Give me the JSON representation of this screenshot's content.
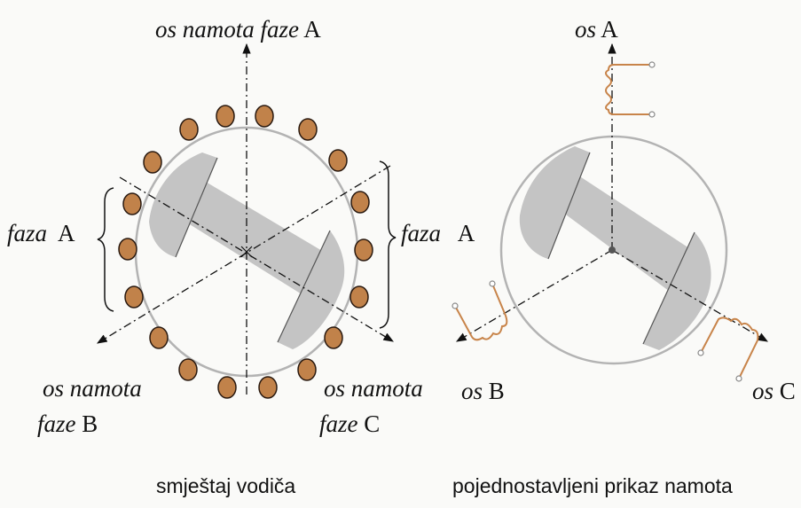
{
  "left": {
    "axis_a": {
      "italic": "os namota faze",
      "letter": "A"
    },
    "phase_left": {
      "italic": "faza",
      "letter": "A"
    },
    "phase_right": {
      "italic": "faza",
      "letter": "A"
    },
    "axis_b": {
      "line1": "os namota",
      "italic2": "faze",
      "letter": "B"
    },
    "axis_c": {
      "line1": "os namota",
      "italic2": "faze",
      "letter": "C"
    },
    "caption": "smještaj vodiča"
  },
  "right": {
    "axis_a": {
      "italic": "os",
      "letter": "A"
    },
    "axis_b": {
      "italic": "os",
      "letter": "B"
    },
    "axis_c": {
      "italic": "os",
      "letter": "C"
    },
    "caption": "pojednostavljeni prikaz namota"
  },
  "colors": {
    "conductor_fill": "#c1824a",
    "conductor_stroke": "#2a1a10",
    "rotor": "#c4c4c4",
    "stator": "#b3b3b3",
    "winding": "#c8844a"
  }
}
